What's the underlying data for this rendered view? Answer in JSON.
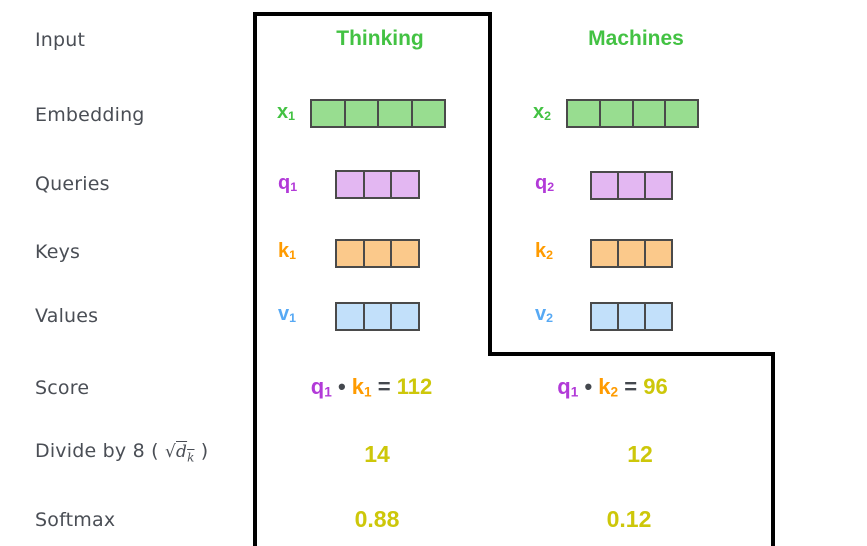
{
  "colors": {
    "green": "#43c243",
    "green_fill": "#98dd90",
    "purple": "#b23ad8",
    "purple_fill": "#e3b7f2",
    "orange": "#ff9b00",
    "orange_fill": "#fbc98b",
    "blue": "#57a9f4",
    "blue_fill": "#c2e0fa",
    "yellow": "#cdc70a",
    "label": "#4a4e55",
    "dark": "#44484e",
    "cell_border": "#4a4a4a",
    "frame": "#000000"
  },
  "row_labels": {
    "input": "Input",
    "embedding": "Embedding",
    "queries": "Queries",
    "keys": "Keys",
    "values": "Values",
    "score": "Score",
    "divide_prefix": "Divide by 8 ( ",
    "sqrt_sign": "√",
    "sqrt_var": "d",
    "sqrt_var_sub": "k",
    "divide_suffix": " )",
    "softmax": "Softmax"
  },
  "columns": [
    {
      "heading": "Thinking",
      "embedding": {
        "base": "x",
        "sub": "1",
        "cells": 4
      },
      "query": {
        "base": "q",
        "sub": "1",
        "cells": 3
      },
      "key": {
        "base": "k",
        "sub": "1",
        "cells": 3
      },
      "value": {
        "base": "v",
        "sub": "1",
        "cells": 3
      },
      "score": {
        "q_base": "q",
        "q_sub": "1",
        "dot": "•",
        "k_base": "k",
        "k_sub": "1",
        "equals": "=",
        "result": "112"
      },
      "divide_result": "14",
      "softmax_result": "0.88"
    },
    {
      "heading": "Machines",
      "embedding": {
        "base": "x",
        "sub": "2",
        "cells": 4
      },
      "query": {
        "base": "q",
        "sub": "2",
        "cells": 3
      },
      "key": {
        "base": "k",
        "sub": "2",
        "cells": 3
      },
      "value": {
        "base": "v",
        "sub": "2",
        "cells": 3
      },
      "score": {
        "q_base": "q",
        "q_sub": "1",
        "dot": "•",
        "k_base": "k",
        "k_sub": "2",
        "equals": "=",
        "result": "96"
      },
      "divide_result": "12",
      "softmax_result": "0.12"
    }
  ]
}
